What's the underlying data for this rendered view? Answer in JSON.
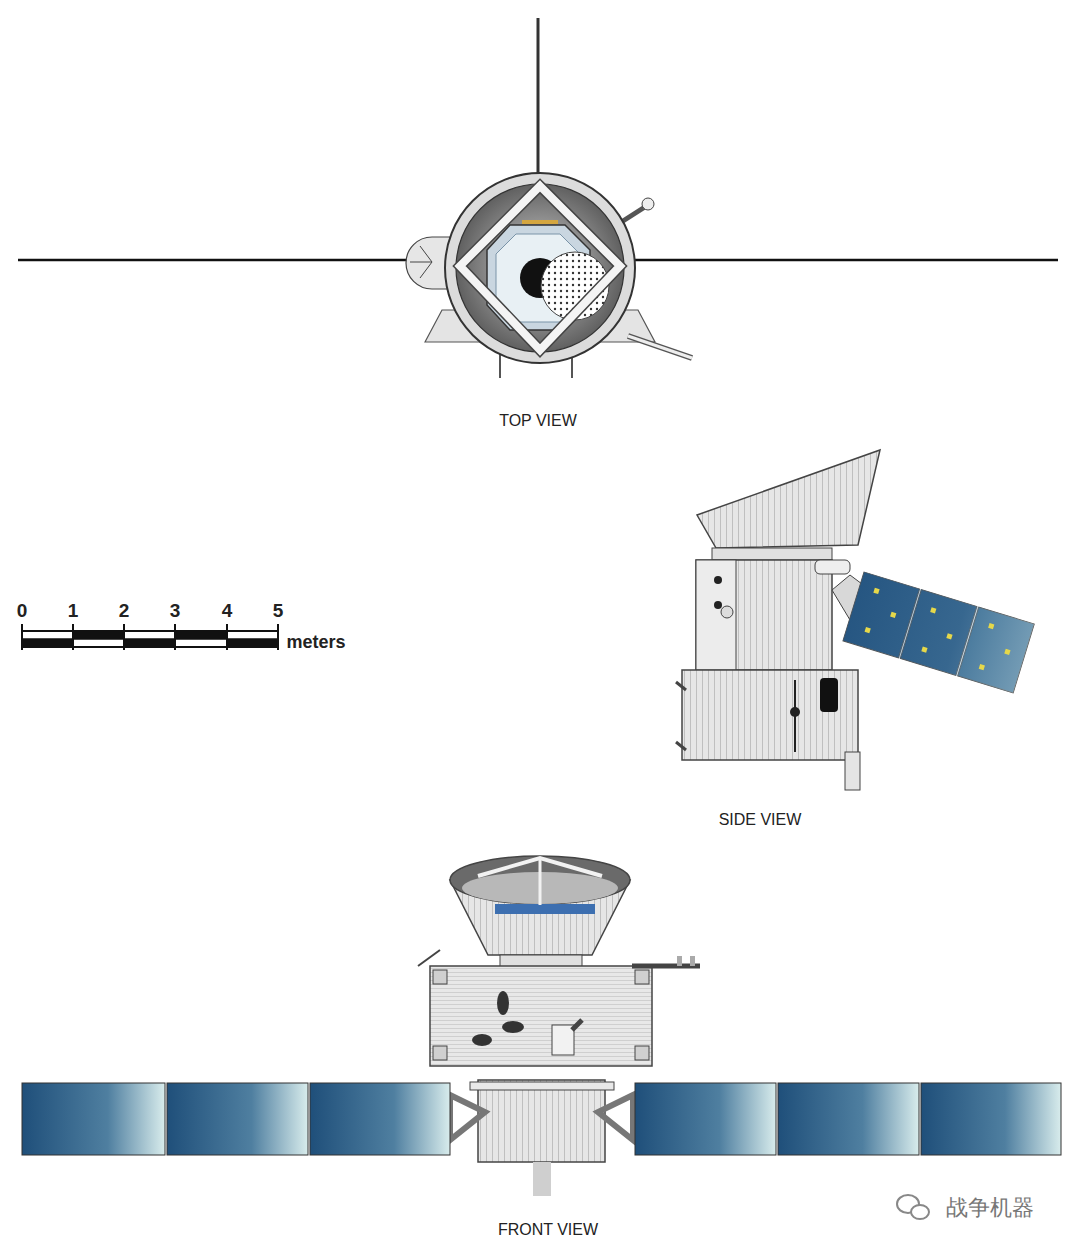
{
  "diagram": {
    "labels": [
      "TOP VIEW",
      "0",
      "1",
      "2",
      "3",
      "4",
      "5",
      "meters",
      "SIDE VIEW",
      "FRONT VIEW",
      "战争机器"
    ]
  }
}
